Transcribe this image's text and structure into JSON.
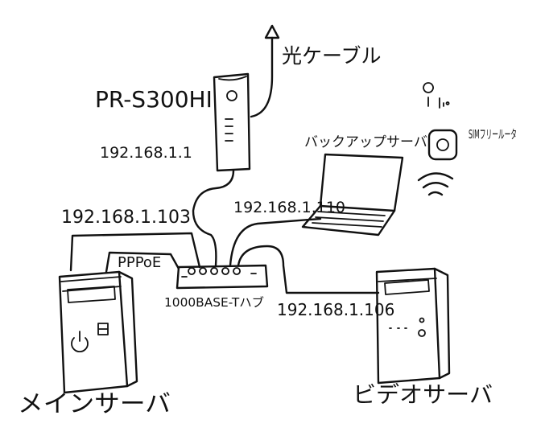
{
  "labels": {
    "fiber_cable": "光ケーブル",
    "router_model": "PR-S300HI",
    "router_ip": "192.168.1.1",
    "backup_server": "バックアップサーバ",
    "backup_ip": "192.168.1.110",
    "sim_router": "SIMフリールータ",
    "main_ip": "192.168.1.103",
    "pppoe": "PPPoE",
    "hub": "1000BASE-Tハブ",
    "video_ip": "192.168.1.106",
    "main_server": "メインサーバ",
    "video_server": "ビデオサーバ"
  }
}
